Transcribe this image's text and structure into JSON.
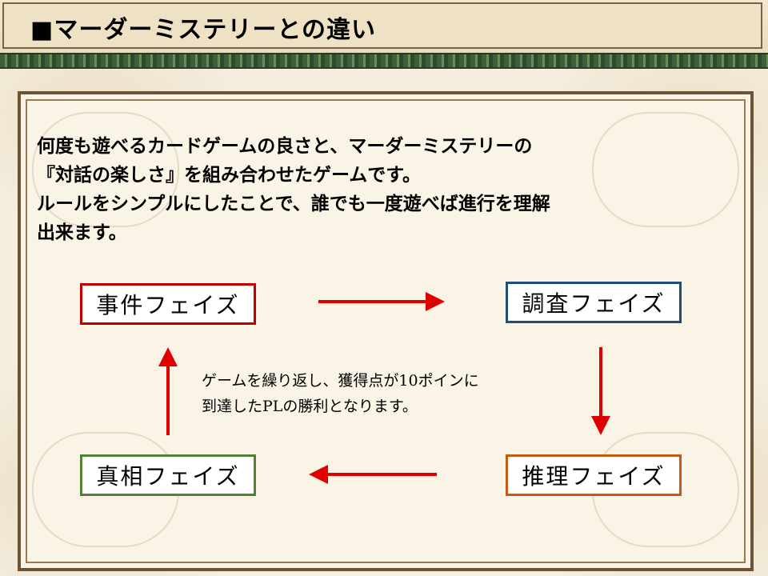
{
  "title": "■マーダーミステリーとの違い",
  "intro_lines": [
    "何度も遊べるカードゲームの良さと、マーダーミステリーの",
    "『対話の楽しさ』を組み合わせたゲームです。",
    "ルールをシンプルにしたことで、誰でも一度遊べば進行を理解",
    "出来ます。"
  ],
  "phases": {
    "incident": {
      "label": "事件フェイズ",
      "color": "#c00000"
    },
    "investigation": {
      "label": "調査フェイズ",
      "color": "#1f4e79"
    },
    "deduction": {
      "label": "推理フェイズ",
      "color": "#c55a11"
    },
    "truth": {
      "label": "真相フェイズ",
      "color": "#548235"
    }
  },
  "cycle_note_lines": [
    "ゲームを繰り返し、獲得点が10ポインに",
    "到達したPLの勝利となります。"
  ],
  "colors": {
    "arrow": "#e00000",
    "title_bg": "#efe2c4",
    "frame": "#6f5335"
  }
}
